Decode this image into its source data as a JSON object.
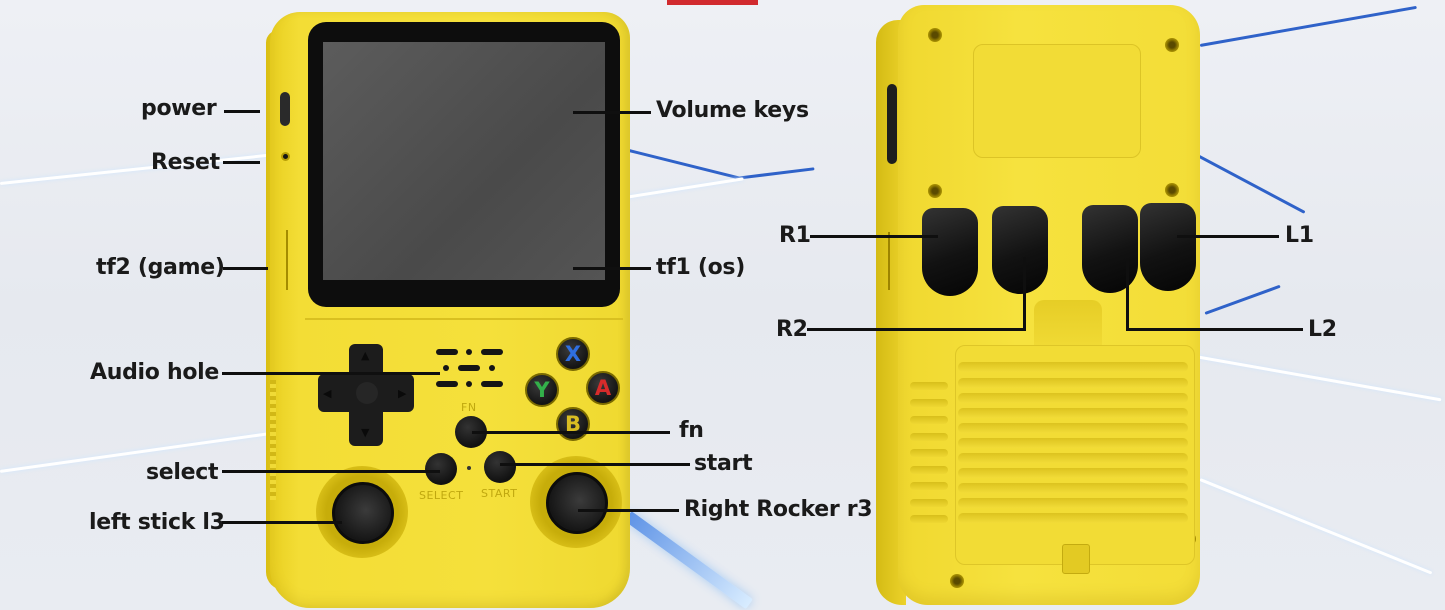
{
  "image": {
    "subject": "Yellow handheld retro game console, front and back views with labeled controls",
    "colors": {
      "device_yellow": "#f5e03b",
      "button_black": "#141414",
      "label_text": "#1a1a1a",
      "accent_red_bar": "#d12a2e",
      "background": "#e8ebf1",
      "background_line_blue": "#2f62c9"
    }
  },
  "front_view": {
    "face_buttons": {
      "x": {
        "letter": "X",
        "color": "#2f6fe0"
      },
      "y": {
        "letter": "Y",
        "color": "#33b04a"
      },
      "a": {
        "letter": "A",
        "color": "#d62b2b"
      },
      "b": {
        "letter": "B",
        "color": "#d9bd22"
      }
    },
    "silkscreen": {
      "fn": "FN",
      "select": "SELECT",
      "start": "START"
    },
    "labels": {
      "power": "power",
      "reset": "Reset",
      "tf2": "tf2 (game)",
      "audio_hole": "Audio hole",
      "select": "select",
      "left_stick": "left stick l3",
      "volume_keys": "Volume keys",
      "tf1": "tf1 (os)",
      "fn": "fn",
      "start": "start",
      "right_rocker": "Right Rocker r3"
    }
  },
  "back_view": {
    "labels": {
      "r1": "R1",
      "r2": "R2",
      "l1": "L1",
      "l2": "L2"
    }
  },
  "icons": {
    "dpad_up": "▲",
    "dpad_down": "▼",
    "dpad_left": "◀",
    "dpad_right": "▶"
  }
}
